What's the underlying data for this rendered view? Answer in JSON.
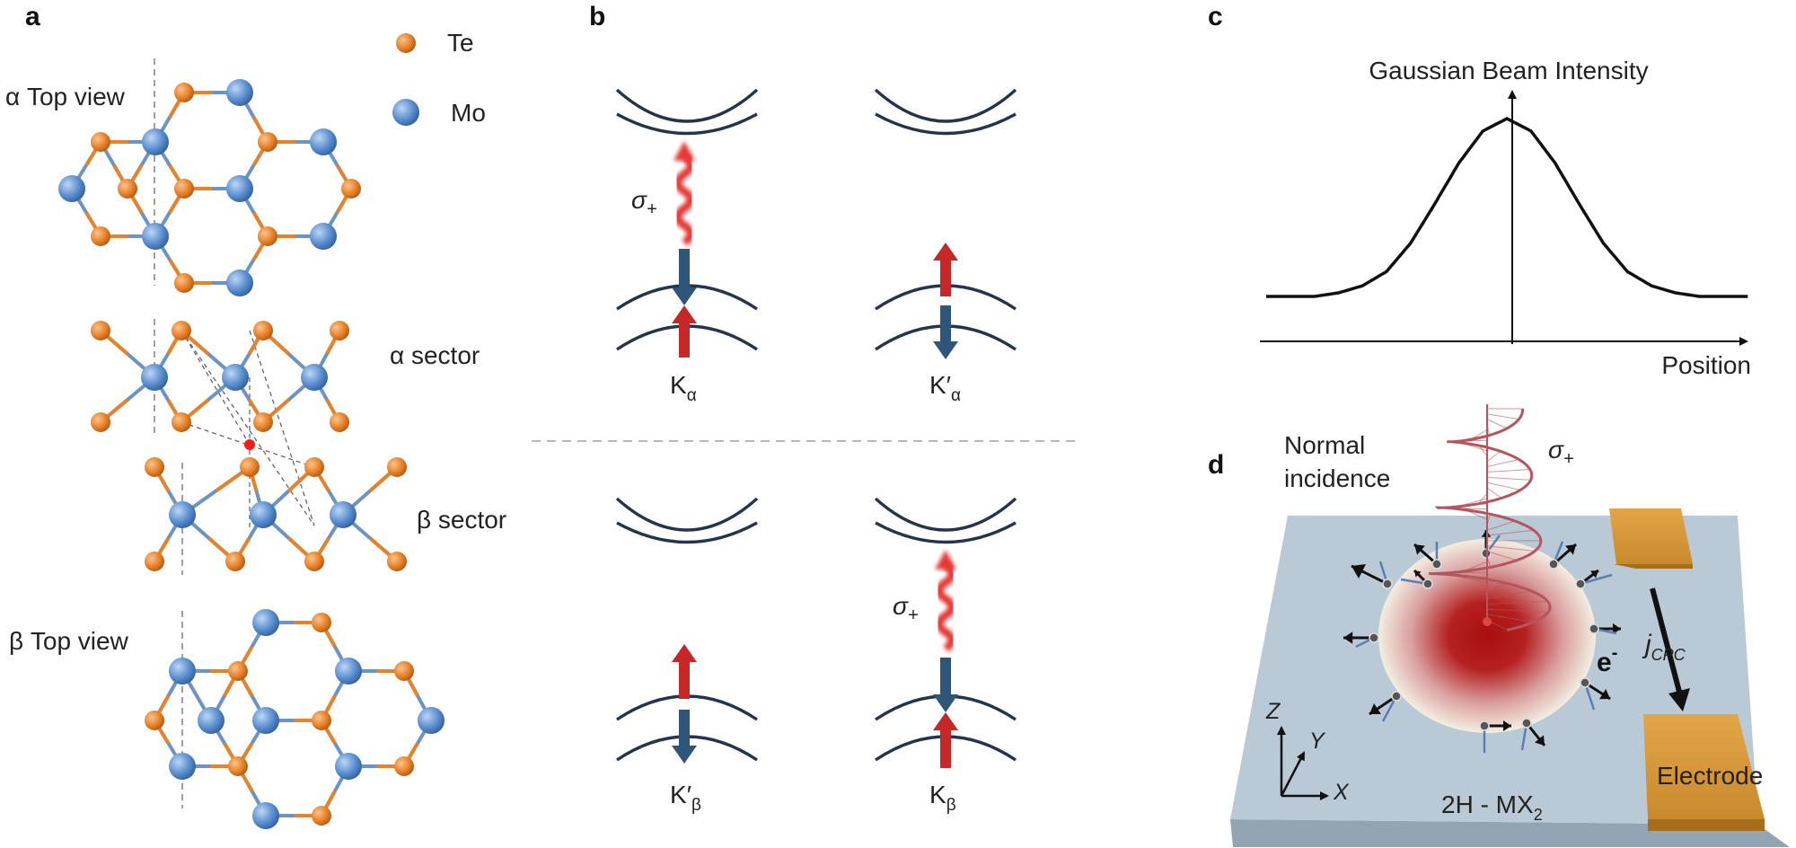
{
  "panels": {
    "a": "a",
    "b": "b",
    "c": "c",
    "d": "d"
  },
  "panel_a": {
    "legend": [
      {
        "label": "Te",
        "color": "#e6822a"
      },
      {
        "label": "Mo",
        "color": "#5b8fd0"
      }
    ],
    "alpha_top_view": "α Top view",
    "alpha_sector": "α sector",
    "beta_sector": "β  sector",
    "beta_top_view": "β Top view"
  },
  "panel_b": {
    "sigma": "σ",
    "sigma_sub": "+",
    "valleys": [
      {
        "base": "K",
        "prime": "",
        "sub": "α"
      },
      {
        "base": "K",
        "prime": "′",
        "sub": "α"
      },
      {
        "base": "K",
        "prime": "′",
        "sub": "β"
      },
      {
        "base": "K",
        "prime": "",
        "sub": "β"
      }
    ],
    "colors": {
      "spin_up": "#c62828",
      "spin_down": "#2f5578",
      "bands": "#22354d",
      "photon": "#e53935"
    }
  },
  "panel_c": {
    "title": "Gaussian Beam Intensity",
    "xlabel": "Position"
  },
  "chart_data": {
    "type": "line",
    "title": "Gaussian Beam Intensity",
    "xlabel": "Position",
    "ylabel": "",
    "x": [
      -5,
      -4.5,
      -4,
      -3.5,
      -3,
      -2.5,
      -2,
      -1.5,
      -1,
      -0.5,
      0,
      0.5,
      1,
      1.5,
      2,
      2.5,
      3,
      3.5,
      4,
      4.5,
      5
    ],
    "series": [
      {
        "values": [
          0.0,
          0.0,
          0.0,
          0.02,
          0.06,
          0.14,
          0.3,
          0.52,
          0.75,
          0.93,
          1.0,
          0.93,
          0.75,
          0.52,
          0.3,
          0.14,
          0.06,
          0.02,
          0.0,
          0.0,
          0.0
        ]
      }
    ],
    "grid": false
  },
  "panel_d": {
    "incidence": [
      "Normal",
      "incidence"
    ],
    "sigma": "σ",
    "sigma_sub": "+",
    "electron": "e",
    "electron_sup": "-",
    "current": "j",
    "current_sub": "CPC",
    "material": "2H - MX",
    "material_sub": "2",
    "electrode": "Electrode",
    "axes": {
      "z": "Z",
      "y": "Y",
      "x": "X"
    },
    "colors": {
      "substrate": "#b9c9d6",
      "electrode": "#d99b3a",
      "spot": "#b51a1a",
      "helix": "#b35660"
    }
  }
}
